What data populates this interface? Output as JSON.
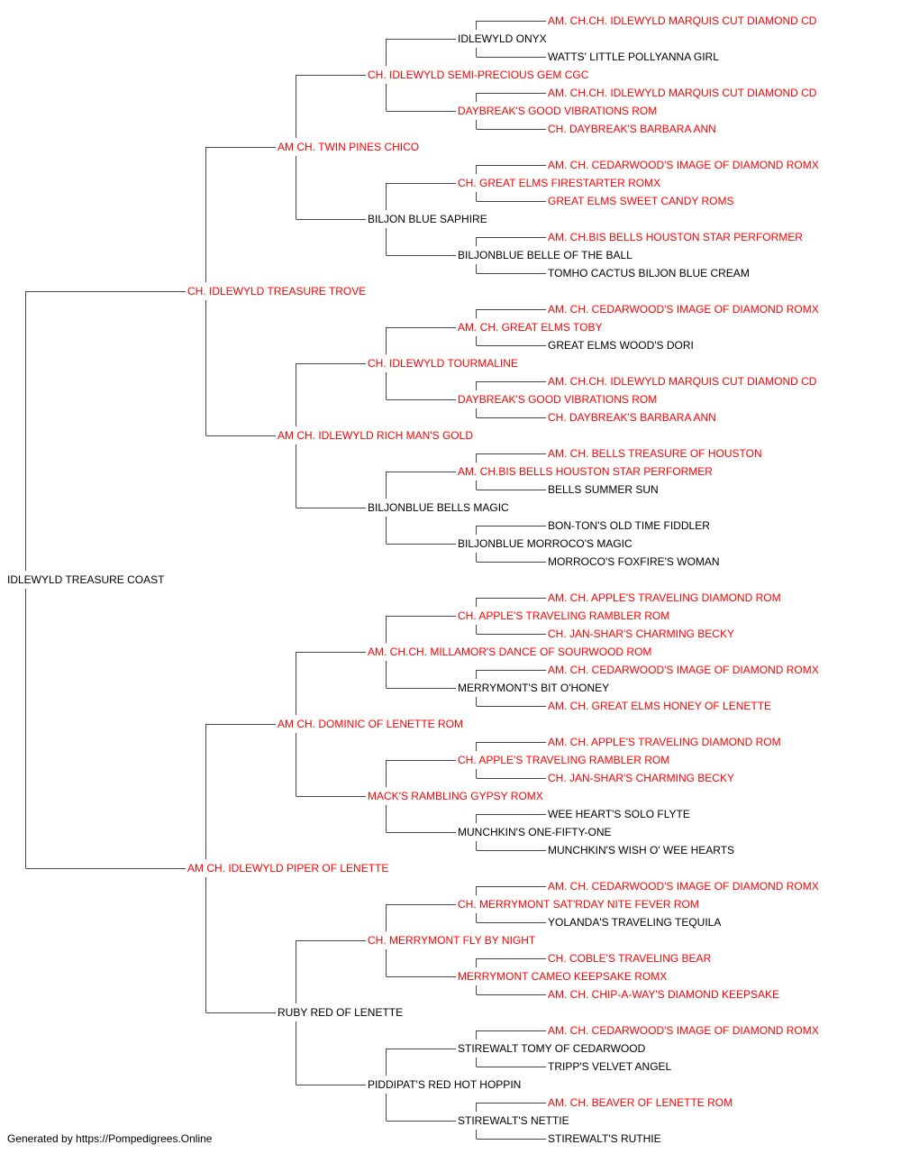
{
  "colors": {
    "titled": "#ff0000",
    "normal": "#000000",
    "line": "#444444"
  },
  "pedigree": {
    "name": "IDLEWYLD TREASURE COAST",
    "titled": false,
    "sire": {
      "name": "CH. IDLEWYLD TREASURE TROVE",
      "titled": true,
      "sire": {
        "name": "AM CH. TWIN PINES CHICO",
        "titled": true,
        "sire": {
          "name": "CH. IDLEWYLD SEMI-PRECIOUS GEM CGC",
          "titled": true,
          "sire": {
            "name": "IDLEWYLD ONYX",
            "titled": false,
            "sire": {
              "name": "AM. CH.CH. IDLEWYLD MARQUIS CUT DIAMOND CD",
              "titled": true
            },
            "dam": {
              "name": "WATTS' LITTLE POLLYANNA GIRL",
              "titled": false
            }
          },
          "dam": {
            "name": "DAYBREAK'S GOOD VIBRATIONS ROM",
            "titled": true,
            "sire": {
              "name": "AM. CH.CH. IDLEWYLD MARQUIS CUT DIAMOND CD",
              "titled": true
            },
            "dam": {
              "name": "CH. DAYBREAK'S BARBARA ANN",
              "titled": true
            }
          }
        },
        "dam": {
          "name": "BILJON BLUE SAPHIRE",
          "titled": false,
          "sire": {
            "name": "CH. GREAT ELMS FIRESTARTER ROMX",
            "titled": true,
            "sire": {
              "name": "AM. CH. CEDARWOOD'S IMAGE OF DIAMOND ROMX",
              "titled": true
            },
            "dam": {
              "name": "GREAT ELMS SWEET CANDY ROMS",
              "titled": true
            }
          },
          "dam": {
            "name": "BILJONBLUE BELLE OF THE BALL",
            "titled": false,
            "sire": {
              "name": "AM. CH.BIS BELLS HOUSTON STAR PERFORMER",
              "titled": true
            },
            "dam": {
              "name": "TOMHO CACTUS BILJON BLUE CREAM",
              "titled": false
            }
          }
        }
      },
      "dam": {
        "name": "AM CH. IDLEWYLD RICH MAN'S GOLD",
        "titled": true,
        "sire": {
          "name": "CH. IDLEWYLD TOURMALINE",
          "titled": true,
          "sire": {
            "name": "AM. CH. GREAT ELMS TOBY",
            "titled": true,
            "sire": {
              "name": "AM. CH. CEDARWOOD'S IMAGE OF DIAMOND ROMX",
              "titled": true
            },
            "dam": {
              "name": "GREAT ELMS WOOD'S DORI",
              "titled": false
            }
          },
          "dam": {
            "name": "DAYBREAK'S GOOD VIBRATIONS ROM",
            "titled": true,
            "sire": {
              "name": "AM. CH.CH. IDLEWYLD MARQUIS CUT DIAMOND CD",
              "titled": true
            },
            "dam": {
              "name": "CH. DAYBREAK'S BARBARA ANN",
              "titled": true
            }
          }
        },
        "dam": {
          "name": "BILJONBLUE BELLS MAGIC",
          "titled": false,
          "sire": {
            "name": "AM. CH.BIS BELLS HOUSTON STAR PERFORMER",
            "titled": true,
            "sire": {
              "name": "AM. CH. BELLS TREASURE OF HOUSTON",
              "titled": true
            },
            "dam": {
              "name": "BELLS SUMMER SUN",
              "titled": false
            }
          },
          "dam": {
            "name": "BILJONBLUE MORROCO'S MAGIC",
            "titled": false,
            "sire": {
              "name": "BON-TON'S OLD TIME FIDDLER",
              "titled": false
            },
            "dam": {
              "name": "MORROCO'S FOXFIRE'S WOMAN",
              "titled": false
            }
          }
        }
      }
    },
    "dam": {
      "name": "AM CH. IDLEWYLD PIPER OF LENETTE",
      "titled": true,
      "sire": {
        "name": "AM CH. DOMINIC OF LENETTE ROM",
        "titled": true,
        "sire": {
          "name": "AM. CH.CH. MILLAMOR'S DANCE OF SOURWOOD ROM",
          "titled": true,
          "sire": {
            "name": "CH. APPLE'S TRAVELING RAMBLER ROM",
            "titled": true,
            "sire": {
              "name": "AM. CH. APPLE'S TRAVELING DIAMOND ROM",
              "titled": true
            },
            "dam": {
              "name": "CH. JAN-SHAR'S CHARMING BECKY",
              "titled": true
            }
          },
          "dam": {
            "name": "MERRYMONT'S BIT O'HONEY",
            "titled": false,
            "sire": {
              "name": "AM. CH. CEDARWOOD'S IMAGE OF DIAMOND ROMX",
              "titled": true
            },
            "dam": {
              "name": "AM. CH. GREAT ELMS HONEY OF LENETTE",
              "titled": true
            }
          }
        },
        "dam": {
          "name": "MACK'S RAMBLING GYPSY ROMX",
          "titled": true,
          "sire": {
            "name": "CH. APPLE'S TRAVELING RAMBLER ROM",
            "titled": true,
            "sire": {
              "name": "AM. CH. APPLE'S TRAVELING DIAMOND ROM",
              "titled": true
            },
            "dam": {
              "name": "CH. JAN-SHAR'S CHARMING BECKY",
              "titled": true
            }
          },
          "dam": {
            "name": "MUNCHKIN'S ONE-FIFTY-ONE",
            "titled": false,
            "sire": {
              "name": "WEE HEART'S SOLO FLYTE",
              "titled": false
            },
            "dam": {
              "name": "MUNCHKIN'S WISH O' WEE HEARTS",
              "titled": false
            }
          }
        }
      },
      "dam": {
        "name": "RUBY RED OF LENETTE",
        "titled": false,
        "sire": {
          "name": "CH. MERRYMONT FLY BY NIGHT",
          "titled": true,
          "sire": {
            "name": "CH. MERRYMONT SAT'RDAY NITE FEVER ROM",
            "titled": true,
            "sire": {
              "name": "AM. CH. CEDARWOOD'S IMAGE OF DIAMOND ROMX",
              "titled": true
            },
            "dam": {
              "name": "YOLANDA'S TRAVELING TEQUILA",
              "titled": false
            }
          },
          "dam": {
            "name": "MERRYMONT CAMEO KEEPSAKE ROMX",
            "titled": true,
            "sire": {
              "name": "CH. COBLE'S TRAVELING BEAR",
              "titled": true
            },
            "dam": {
              "name": "AM. CH. CHIP-A-WAY'S DIAMOND KEEPSAKE",
              "titled": true
            }
          }
        },
        "dam": {
          "name": "PIDDIPAT'S RED HOT HOPPIN",
          "titled": false,
          "sire": {
            "name": "STIREWALT TOMY OF CEDARWOOD",
            "titled": false,
            "sire": {
              "name": "AM. CH. CEDARWOOD'S IMAGE OF DIAMOND ROMX",
              "titled": true
            },
            "dam": {
              "name": "TRIPP'S VELVET ANGEL",
              "titled": false
            }
          },
          "dam": {
            "name": "STIREWALT'S NETTIE",
            "titled": false,
            "sire": {
              "name": "AM. CH. BEAVER OF LENETTE ROM",
              "titled": true
            },
            "dam": {
              "name": "STIREWALT'S RUTHIE",
              "titled": false
            }
          }
        }
      }
    }
  },
  "footer": {
    "text": "Generated by https://Pompedigrees.Online"
  }
}
